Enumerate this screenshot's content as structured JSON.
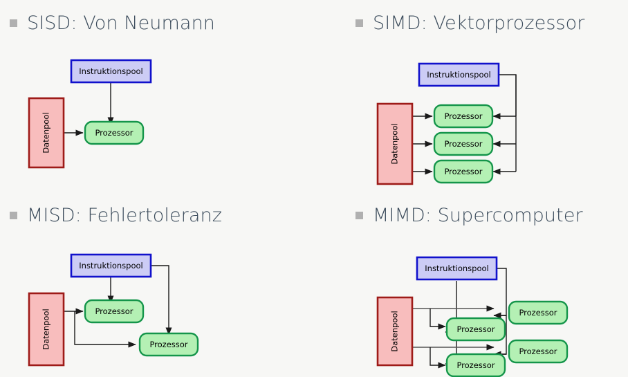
{
  "slide": {
    "background_color": "#f7f7f5",
    "heading_color": "#3c4c5c",
    "bullet_color": "#b0b0b0",
    "palette": {
      "instruction_fill": "#ccccf5",
      "instruction_border": "#1111cc",
      "data_fill": "#f8bdbd",
      "data_border": "#9e1b18",
      "processor_fill": "#b4f0b4",
      "processor_border": "#14954a",
      "edge": "#1a1a1a"
    },
    "labels": {
      "instruction_pool": "Instruktionspool",
      "data_pool": "Datenpool",
      "processor": "Prozessor"
    },
    "quadrants": [
      {
        "id": "sisd",
        "heading": "SISD: Von Neumann",
        "instruction_pools": 1,
        "data_pools": 1,
        "processors": 1
      },
      {
        "id": "simd",
        "heading": "SIMD: Vektorprozessor",
        "instruction_pools": 1,
        "data_pools": 1,
        "processors": 3
      },
      {
        "id": "misd",
        "heading": "MISD: Fehlertoleranz",
        "instruction_pools": 1,
        "data_pools": 1,
        "processors": 2
      },
      {
        "id": "mimd",
        "heading": "MIMD: Supercomputer",
        "instruction_pools": 1,
        "data_pools": 1,
        "processors": 4
      }
    ]
  }
}
